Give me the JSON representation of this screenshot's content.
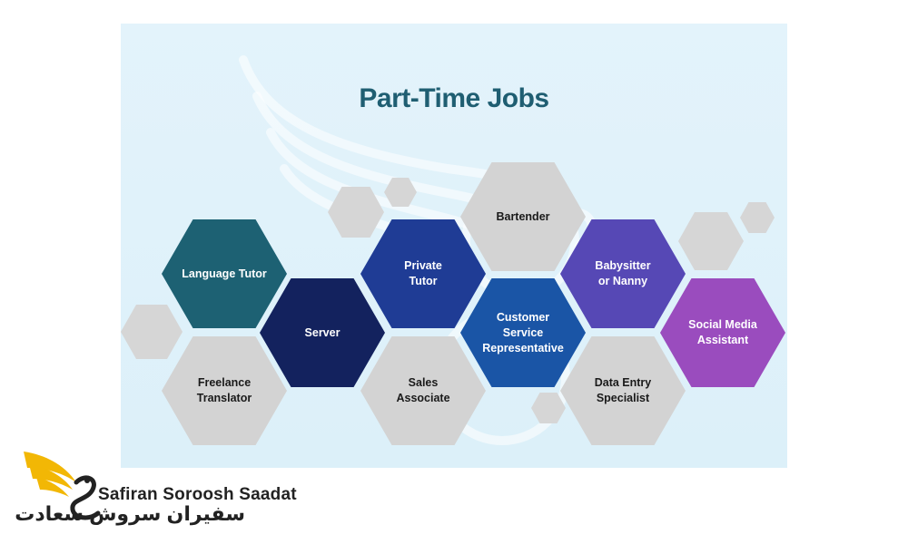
{
  "title": "Part-Time Jobs",
  "colors": {
    "background": "#dcf0f9",
    "title": "#1f5e72",
    "teal": "#1d6173",
    "navy": "#13225e",
    "blue": "#1f3c95",
    "royal_blue": "#1a55a6",
    "indigo": "#5648b5",
    "purple": "#9a4cbe",
    "gray": "#d3d3d3"
  },
  "jobs": [
    {
      "label": "Language Tutor",
      "color": "#1d6173",
      "text_color": "#ffffff"
    },
    {
      "label": "Server",
      "color": "#13225e",
      "text_color": "#ffffff"
    },
    {
      "label": "Private\nTutor",
      "color": "#1f3c95",
      "text_color": "#ffffff"
    },
    {
      "label": "Bartender",
      "color": "#d3d3d3",
      "text_color": "#1a1a1a"
    },
    {
      "label": "Customer Service\nRepresentative",
      "color": "#1a55a6",
      "text_color": "#ffffff"
    },
    {
      "label": "Babysitter\nor Nanny",
      "color": "#5648b5",
      "text_color": "#ffffff"
    },
    {
      "label": "Social Media\nAssistant",
      "color": "#9a4cbe",
      "text_color": "#ffffff"
    },
    {
      "label": "Freelance\nTranslator",
      "color": "#d3d3d3",
      "text_color": "#1a1a1a"
    },
    {
      "label": "Sales Associate",
      "color": "#d3d3d3",
      "text_color": "#1a1a1a"
    },
    {
      "label": "Data Entry\nSpecialist",
      "color": "#d3d3d3",
      "text_color": "#1a1a1a"
    }
  ],
  "brand": {
    "name_en": "Safiran Soroosh Saadat",
    "name_fa": "سفیران سروش سعادت"
  }
}
